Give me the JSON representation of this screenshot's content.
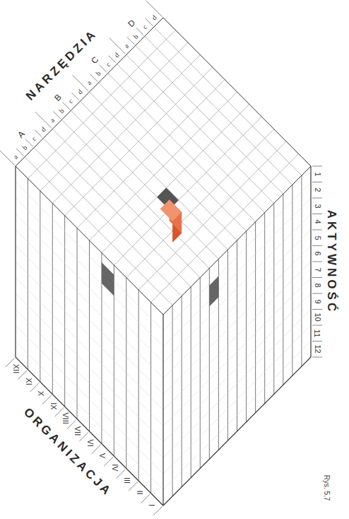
{
  "diagram": {
    "caption": "Rys. 5.7",
    "labels": [
      "NARZĘDZIA",
      "A",
      "a",
      "b",
      "c",
      "d",
      "B",
      "a",
      "b",
      "c",
      "d",
      "C",
      "a",
      "b",
      "c",
      "d",
      "D",
      "a",
      "b",
      "c",
      "d",
      "AKTYWNOŚĆ",
      "1",
      "2",
      "3",
      "4",
      "5",
      "6",
      "7",
      "8",
      "9",
      "10",
      "11",
      "12",
      "ORGANIZACJA",
      "I",
      "II",
      "III",
      "IV",
      "V",
      "VI",
      "VII",
      "VIII",
      "IX",
      "X",
      "XI",
      "XII"
    ]
  }
}
